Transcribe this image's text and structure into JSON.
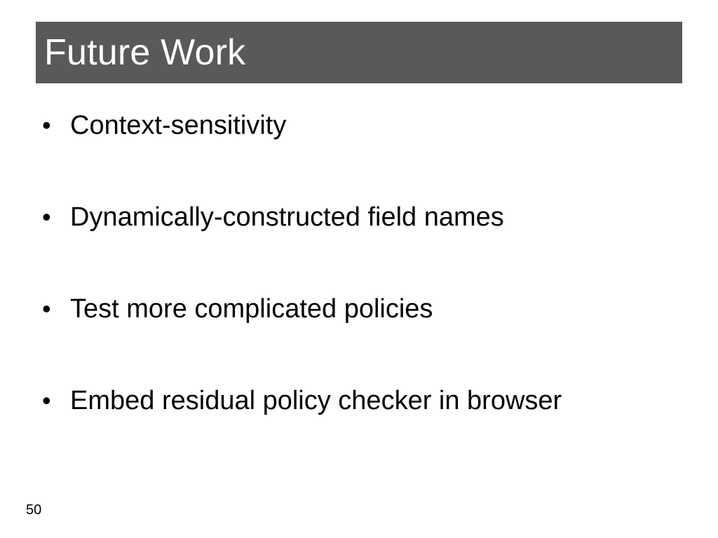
{
  "slide": {
    "title": "Future Work",
    "bullets": [
      {
        "text": "Context-sensitivity"
      },
      {
        "text": "Dynamically-constructed field names"
      },
      {
        "text": "Test more complicated policies"
      },
      {
        "text": "Embed residual policy checker in browser"
      }
    ],
    "bullet_glyph": "•",
    "slide_number": "50",
    "colors": {
      "title_bar": "#595959",
      "title_text": "#ffffff",
      "body_text": "#000000",
      "background": "#ffffff"
    }
  }
}
